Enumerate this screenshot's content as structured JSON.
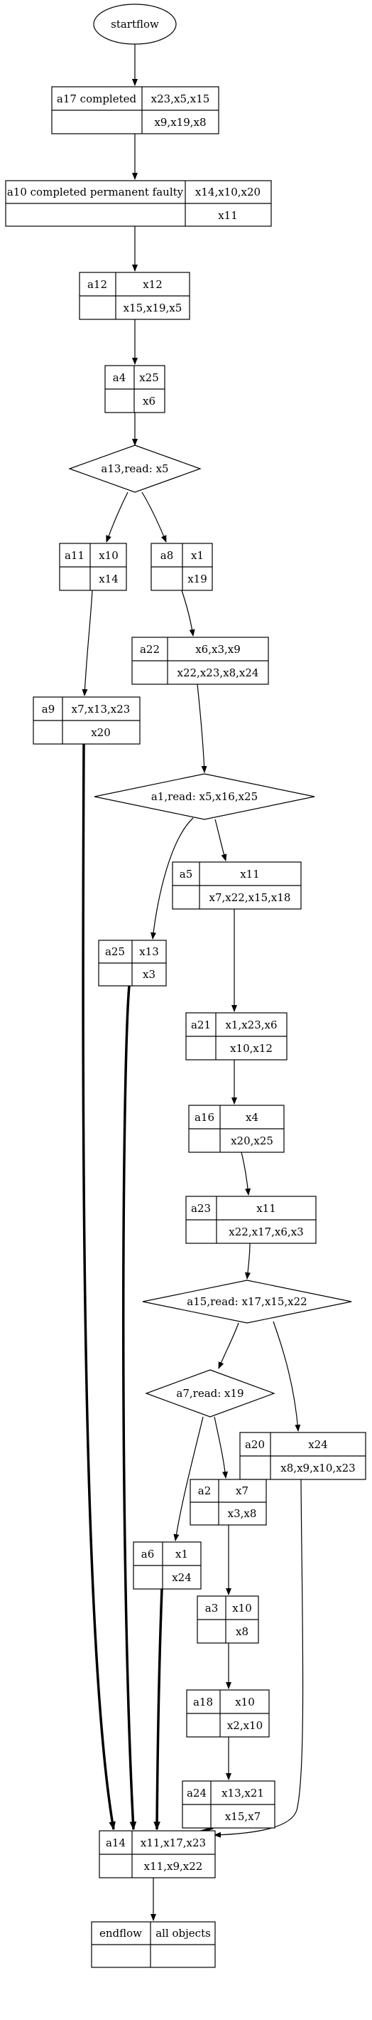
{
  "start": {
    "label": "startflow"
  },
  "end": {
    "activity": "endflow",
    "objects": "all objects"
  },
  "records": {
    "a17": {
      "name": "a17 completed",
      "inputs": "x23,x5,x15",
      "outputs": "x9,x19,x8"
    },
    "a10": {
      "name": "a10 completed permanent faulty",
      "inputs": "x14,x10,x20",
      "outputs": "x11"
    },
    "a12": {
      "name": "a12",
      "inputs": "x12",
      "outputs": "x15,x19,x5"
    },
    "a4": {
      "name": "a4",
      "inputs": "x25",
      "outputs": "x6"
    },
    "a11": {
      "name": "a11",
      "inputs": "x10",
      "outputs": "x14"
    },
    "a8": {
      "name": "a8",
      "inputs": "x1",
      "outputs": "x19"
    },
    "a22": {
      "name": "a22",
      "inputs": "x6,x3,x9",
      "outputs": "x22,x23,x8,x24"
    },
    "a9": {
      "name": "a9",
      "inputs": "x7,x13,x23",
      "outputs": "x20"
    },
    "a5": {
      "name": "a5",
      "inputs": "x11",
      "outputs": "x7,x22,x15,x18"
    },
    "a25": {
      "name": "a25",
      "inputs": "x13",
      "outputs": "x3"
    },
    "a21": {
      "name": "a21",
      "inputs": "x1,x23,x6",
      "outputs": "x10,x12"
    },
    "a16": {
      "name": "a16",
      "inputs": "x4",
      "outputs": "x20,x25"
    },
    "a23": {
      "name": "a23",
      "inputs": "x11",
      "outputs": "x22,x17,x6,x3"
    },
    "a20": {
      "name": "a20",
      "inputs": "x24",
      "outputs": "x8,x9,x10,x23"
    },
    "a2": {
      "name": "a2",
      "inputs": "x7",
      "outputs": "x3,x8"
    },
    "a6": {
      "name": "a6",
      "inputs": "x1",
      "outputs": "x24"
    },
    "a3": {
      "name": "a3",
      "inputs": "x10",
      "outputs": "x8"
    },
    "a18": {
      "name": "a18",
      "inputs": "x10",
      "outputs": "x2,x10"
    },
    "a24": {
      "name": "a24",
      "inputs": "x13,x21",
      "outputs": "x15,x7"
    },
    "a14": {
      "name": "a14",
      "inputs": "x11,x17,x23",
      "outputs": "x11,x9,x22"
    }
  },
  "decisions": {
    "a13": {
      "label": "a13,read: x5"
    },
    "a1": {
      "label": "a1,read: x5,x16,x25"
    },
    "a15": {
      "label": "a15,read: x17,x15,x22"
    },
    "a7": {
      "label": "a7,read: x19"
    }
  }
}
